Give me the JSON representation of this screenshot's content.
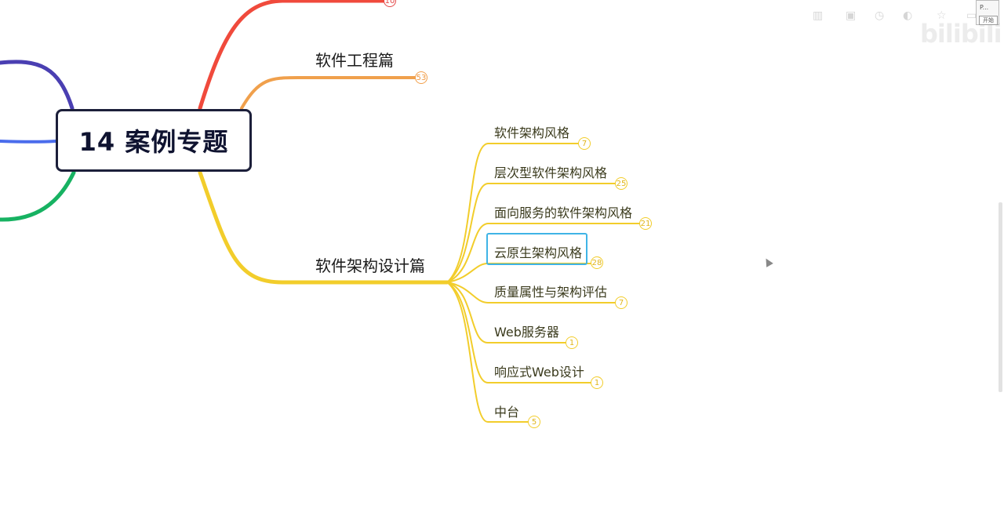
{
  "root": {
    "label": "14 案例专题"
  },
  "branches": {
    "top_badge": "10",
    "software_engineering": {
      "label": "软件工程篇",
      "badge": "53"
    },
    "software_architecture": {
      "label": "软件架构设计篇"
    }
  },
  "leaves": [
    {
      "label": "软件架构风格",
      "badge": "7"
    },
    {
      "label": "层次型软件架构风格",
      "badge": "25"
    },
    {
      "label": "面向服务的软件架构风格",
      "badge": "21"
    },
    {
      "label": "云原生架构风格",
      "badge": "28"
    },
    {
      "label": "质量属性与架构评估",
      "badge": "7"
    },
    {
      "label": "Web服务器",
      "badge": "1"
    },
    {
      "label": "响应式Web设计",
      "badge": "1"
    },
    {
      "label": "中台",
      "badge": "5"
    }
  ],
  "colors": {
    "red_branch": "#f04a3c",
    "orange_branch": "#f0a04c",
    "yellow_branch": "#f2cd2b",
    "purple_branch": "#4a3fb2",
    "blue_branch": "#4a6cec",
    "green_branch": "#17b262",
    "selection": "#3fb4e6",
    "root_border": "#1c1f3a"
  },
  "overlay": {
    "watermark": "bilibili",
    "mini_window_text": "P...",
    "mini_window_button": "开始"
  },
  "toolbar_icons": [
    "barcode-icon",
    "image-icon",
    "clock-icon",
    "contrast-icon",
    "star-icon",
    "window-icon"
  ]
}
